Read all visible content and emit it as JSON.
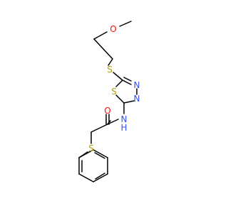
{
  "molecule": {
    "colors": {
      "bond": "#000000",
      "oxygen": "#ff0d0d",
      "nitrogen": "#3050f8",
      "sulfur": "#b2a000",
      "carbon": "#000000"
    },
    "labels": {
      "methoxy_o": "O",
      "thioether_s_top": "S",
      "ring_s": "S",
      "ring_n_upper": "N",
      "ring_n_lower": "N",
      "amide_nh": "N",
      "amide_h": "H",
      "carbonyl_o": "O",
      "thioether_s_phenyl": "S"
    }
  }
}
